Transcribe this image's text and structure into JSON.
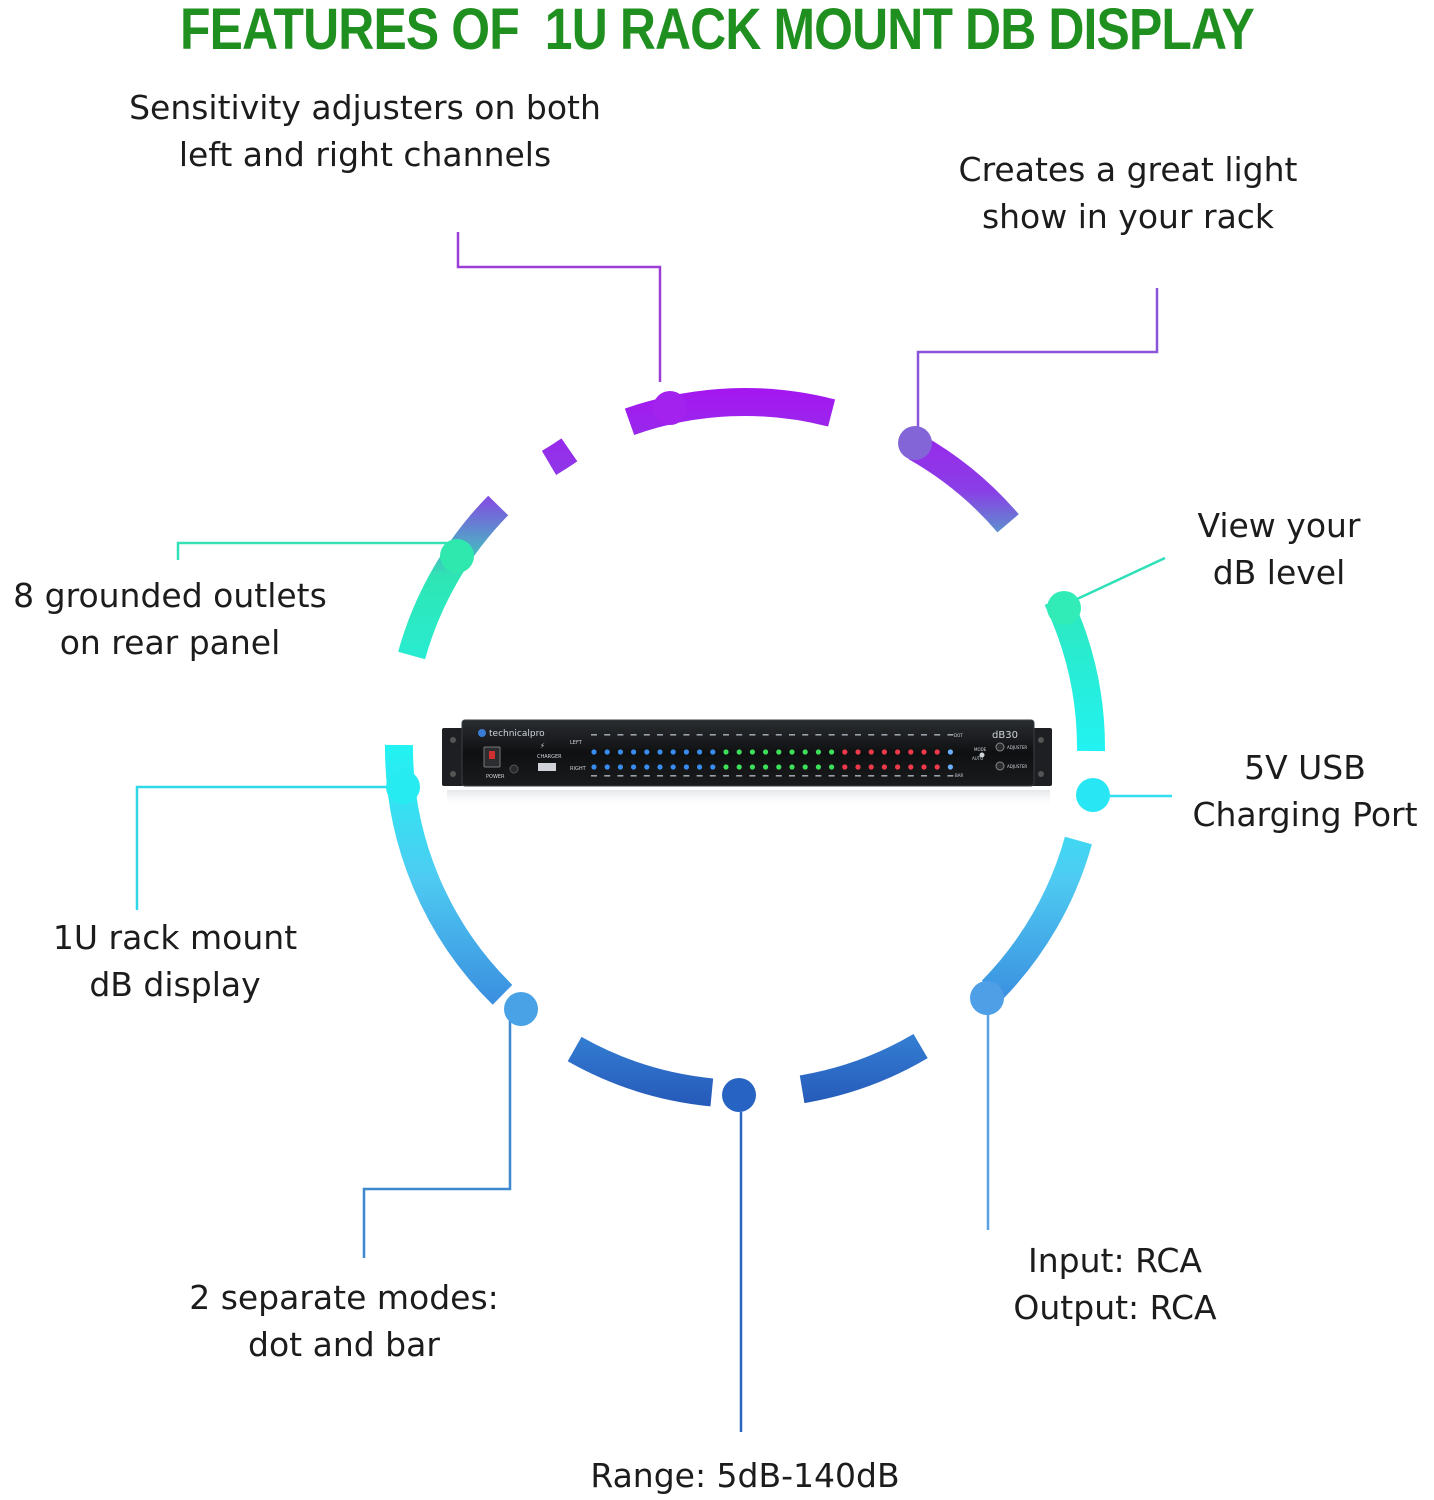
{
  "title": "FEATURES OF  1U RACK MOUNT DB DISPLAY",
  "features": {
    "sensitivity": [
      "Sensitivity adjusters on both",
      "left and right channels"
    ],
    "light_show": [
      "Creates a great light",
      "show in your rack"
    ],
    "db_level": [
      "View your",
      "dB level"
    ],
    "usb": [
      "5V USB",
      "Charging Port"
    ],
    "outlets": [
      "8 grounded outlets",
      "on rear panel"
    ],
    "rack_mount": [
      "1U rack mount",
      "dB display"
    ],
    "modes": [
      "2 separate modes:",
      "dot and bar"
    ],
    "io": [
      "Input: RCA",
      "Output: RCA"
    ],
    "range": [
      "Range: 5dB-140dB"
    ]
  },
  "device": {
    "brand": "technicalpro",
    "model": "dB30",
    "left_label": "LEFT",
    "right_label": "RIGHT",
    "power_label": "POWER",
    "charger_label": "CHARGER",
    "mode_label": "MODE",
    "auto_label": "AUTO",
    "adjuster_label": "ADJUSTER",
    "dot_label": "DOT",
    "bar_label": "BAR"
  },
  "colors": {
    "title": "#1f8f1f",
    "purple": "#a020f0",
    "teal": "#20e8b0",
    "cyan": "#22eef0",
    "blue": "#2a6cc8"
  }
}
